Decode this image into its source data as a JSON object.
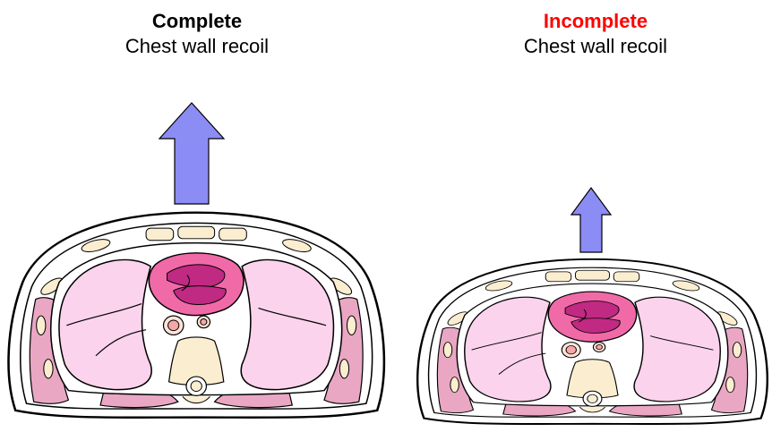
{
  "left": {
    "heading": "Complete",
    "subheading": "Chest wall recoil",
    "heading_color": "#000000"
  },
  "right": {
    "heading": "Incomplete",
    "subheading": "Chest wall recoil",
    "heading_color": "#ff0000"
  },
  "colors": {
    "arrow": "#8c8cf5",
    "skin": "#ffffff",
    "muscle": "#e9a7c4",
    "lung": "#fbd3ec",
    "heart_outer": "#f06aa8",
    "heart_inner": "#c02a83",
    "bone": "#fbeed0",
    "vessel": "#f7a7a7"
  }
}
